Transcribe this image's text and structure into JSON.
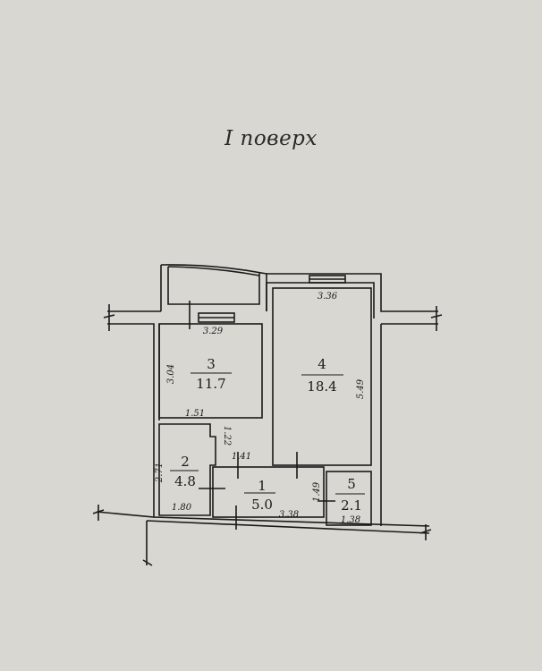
{
  "title": "I поверх",
  "rooms": [
    {
      "number": "1",
      "area": "5.0"
    },
    {
      "number": "2",
      "area": "4.8"
    },
    {
      "number": "3",
      "area": "11.7"
    },
    {
      "number": "4",
      "area": "18.4"
    },
    {
      "number": "5",
      "area": "2.1"
    }
  ],
  "dimensions": {
    "room4_width": "3.36",
    "room4_length": "5.49",
    "room3_width": "3.29",
    "room3_length": "3.04",
    "room2_top": "1.51",
    "room2_notch": "1.22",
    "room2_length": "2.71",
    "room2_width": "1.80",
    "room1_top": "1.41",
    "room1_width": "3.38",
    "room1_length": "1.49",
    "room5_width": "1.38"
  }
}
